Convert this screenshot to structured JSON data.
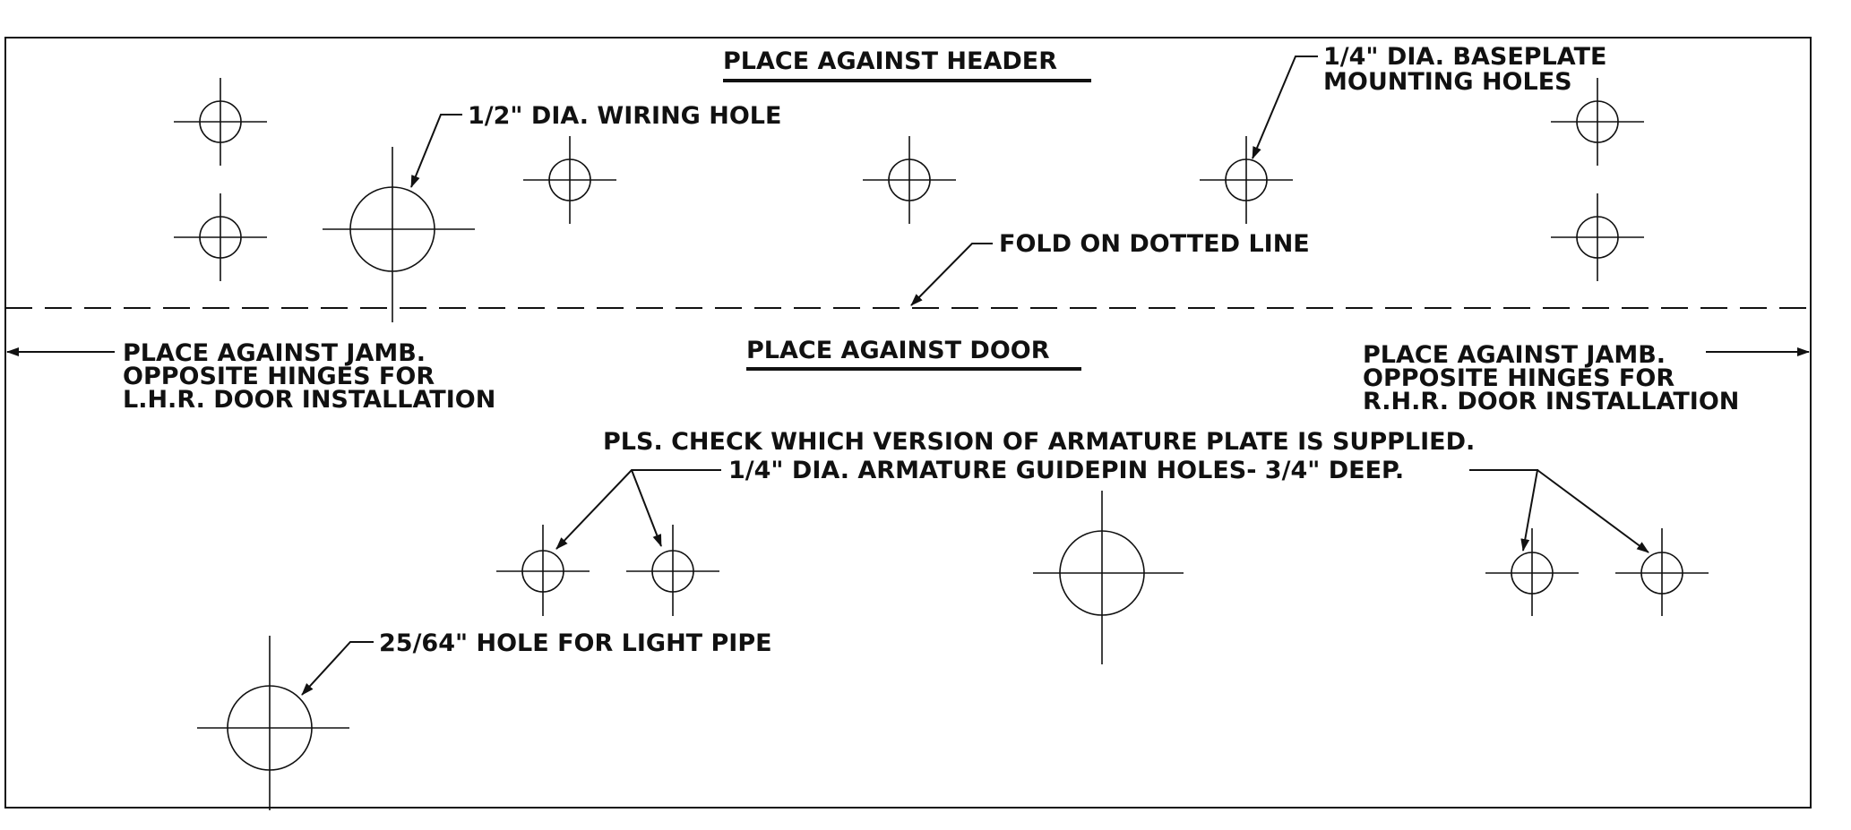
{
  "template": {
    "header_zone_label": "PLACE AGAINST HEADER",
    "door_zone_label": "PLACE AGAINST DOOR",
    "fold_label": "FOLD ON DOTTED LINE",
    "wiring_hole_label": "1/2\" DIA. WIRING HOLE",
    "baseplate_holes_label": [
      "1/4\" DIA. BASEPLATE",
      "MOUNTING HOLES"
    ],
    "lhr_jamb_label": [
      "PLACE AGAINST JAMB.",
      "OPPOSITE HINGES FOR",
      "L.H.R. DOOR INSTALLATION"
    ],
    "rhr_jamb_label": [
      "PLACE AGAINST JAMB.",
      "OPPOSITE HINGES FOR",
      "R.H.R. DOOR INSTALLATION"
    ],
    "check_note": "PLS. CHECK WHICH VERSION OF ARMATURE PLATE IS SUPPLIED.",
    "guidepin_label": "1/4\" DIA. ARMATURE GUIDEPIN HOLES- 3/4\" DEEP.",
    "light_pipe_label": "25/64\" HOLE FOR LIGHT PIPE"
  },
  "colors": {
    "ink": "#111111",
    "paper": "#ffffff"
  }
}
